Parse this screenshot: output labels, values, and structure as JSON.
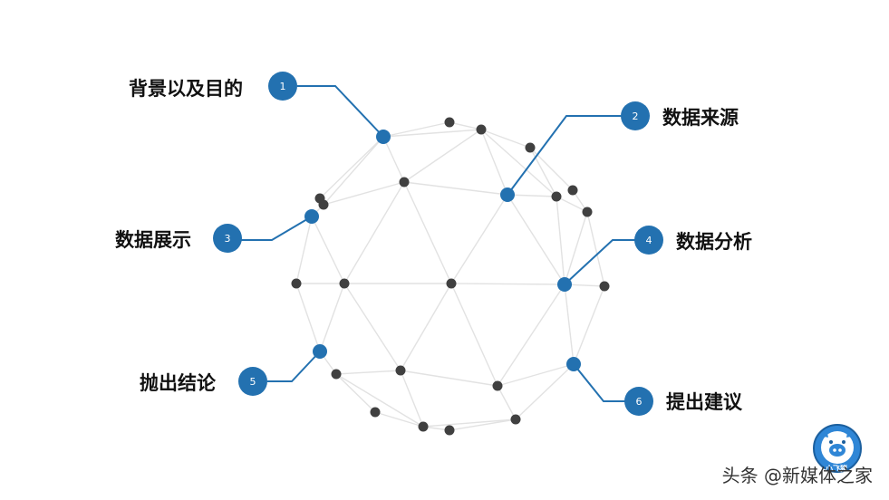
{
  "labels": {
    "item1": "背景以及目的",
    "item2": "数据来源",
    "item3": "数据展示",
    "item4": "数据分析",
    "item5": "抛出结论",
    "item6": "提出建议"
  },
  "badges": {
    "b1": "1",
    "b2": "2",
    "b3": "3",
    "b4": "4",
    "b5": "5",
    "b6": "6"
  },
  "watermark": "头条 @新媒体之家",
  "logo_text": "小飞猪",
  "colors": {
    "accent": "#2371b0",
    "node": "#404040",
    "mesh": "#e2e2e2",
    "text": "#111111"
  }
}
